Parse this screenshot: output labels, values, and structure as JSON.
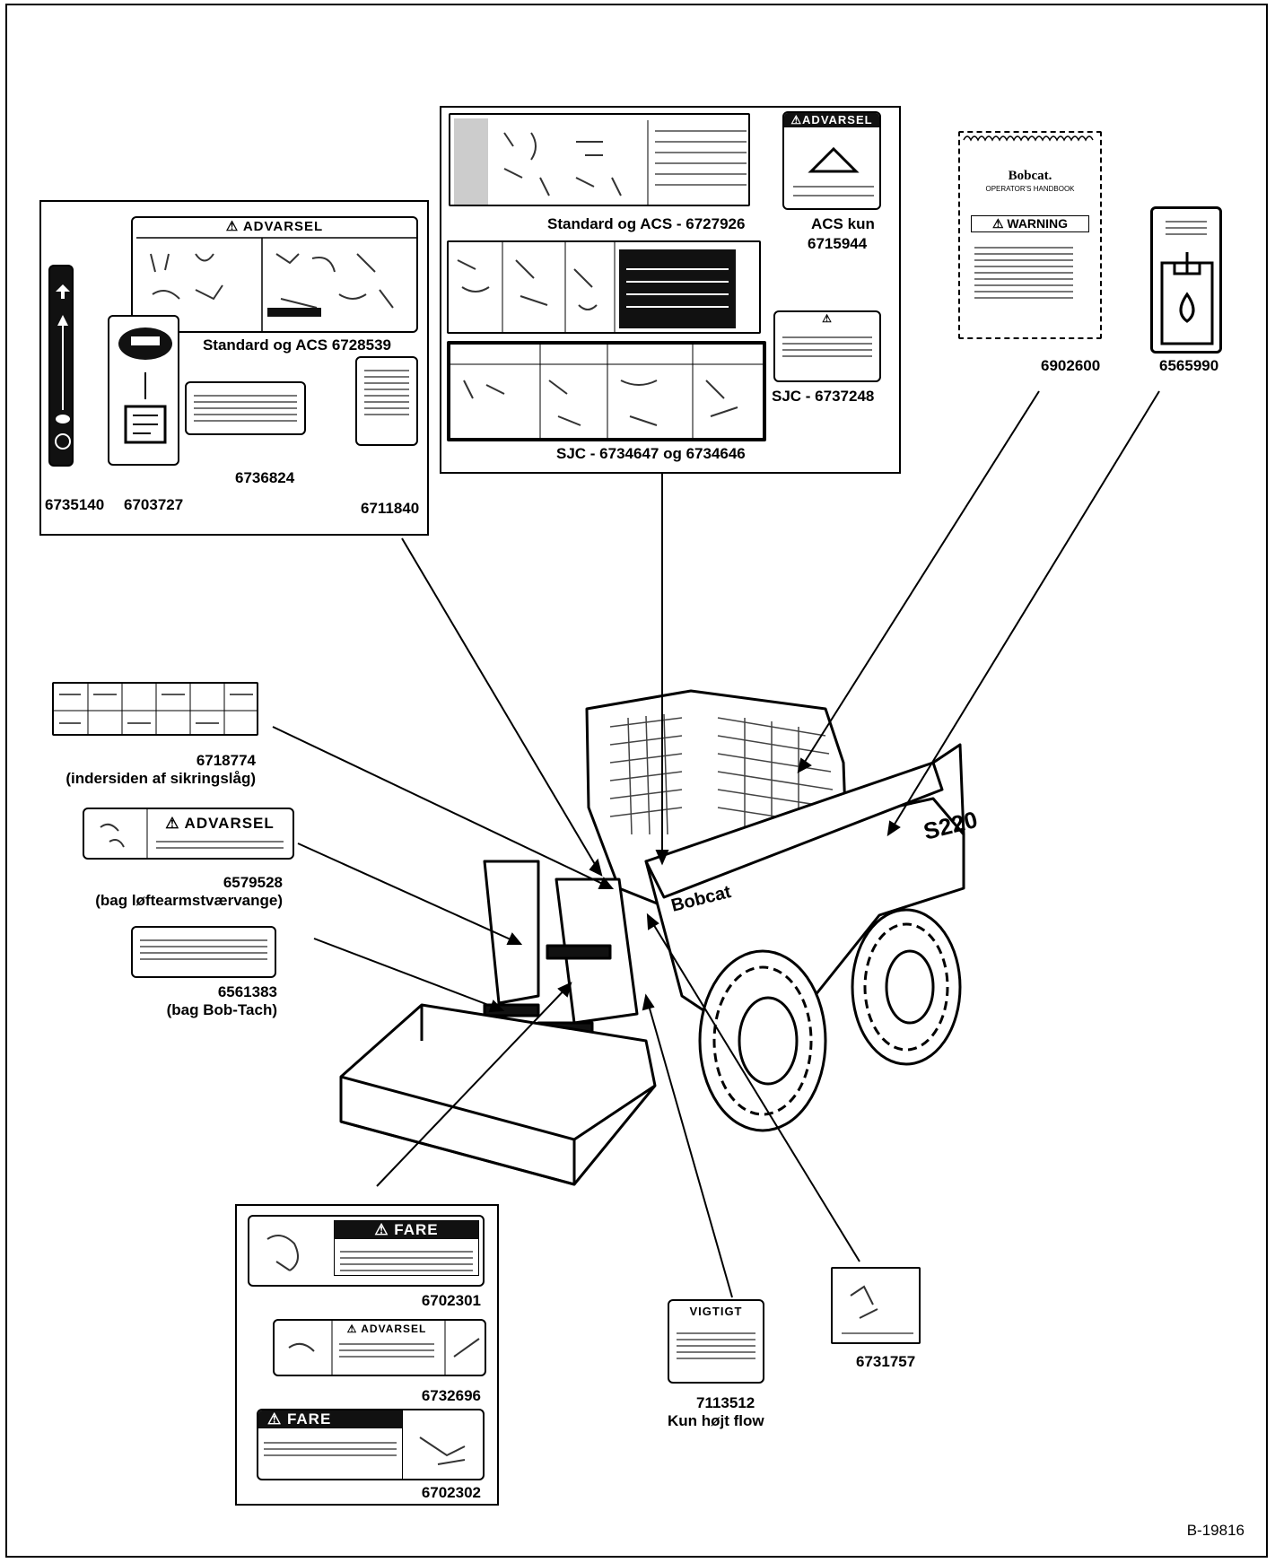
{
  "figure_ref": "B-19816",
  "group_left": {
    "caption_main": "Standard og ACS 6728539",
    "panel_advarsel_title": "⚠ ADVARSEL",
    "label_6735140": "6735140",
    "label_6703727": "6703727",
    "label_6736824": "6736824",
    "label_6711840": "6711840"
  },
  "group_top": {
    "label_6727926": "Standard og ACS - 6727926",
    "label_6715944_a": "ACS kun",
    "label_6715944_b": "6715944",
    "decal_6715944_title": "⚠ADVARSEL",
    "label_6737248": "SJC - 6737248",
    "label_sjc_pair": "SJC - 6734647 og 6734646"
  },
  "manual": {
    "brand": "Bobcat.",
    "subtitle": "OPERATOR'S HANDBOOK",
    "warning": "⚠ WARNING",
    "label": "6902600"
  },
  "label_6565990": "6565990",
  "left_callouts": {
    "l6718774_a": "6718774",
    "l6718774_b": "(indersiden af sikringslåg)",
    "advarsel_title": "⚠ ADVARSEL",
    "l6579528_a": "6579528",
    "l6579528_b": "(bag løftearmstværvange)",
    "l6561383_a": "6561383",
    "l6561383_b": "(bag Bob-Tach)"
  },
  "group_bottom": {
    "fare_title": "⚠ FARE",
    "advarsel_small": "⚠ ADVARSEL",
    "label_6702301": "6702301",
    "label_6732696": "6732696",
    "fare_title_2": "⚠ FARE",
    "label_6702302": "6702302"
  },
  "vigtigt": {
    "title": "VIGTIGT",
    "label_a": "7113512",
    "label_b": "Kun højt flow"
  },
  "label_6731757": "6731757",
  "machine": {
    "brand": "Bobcat",
    "model": "S220"
  }
}
